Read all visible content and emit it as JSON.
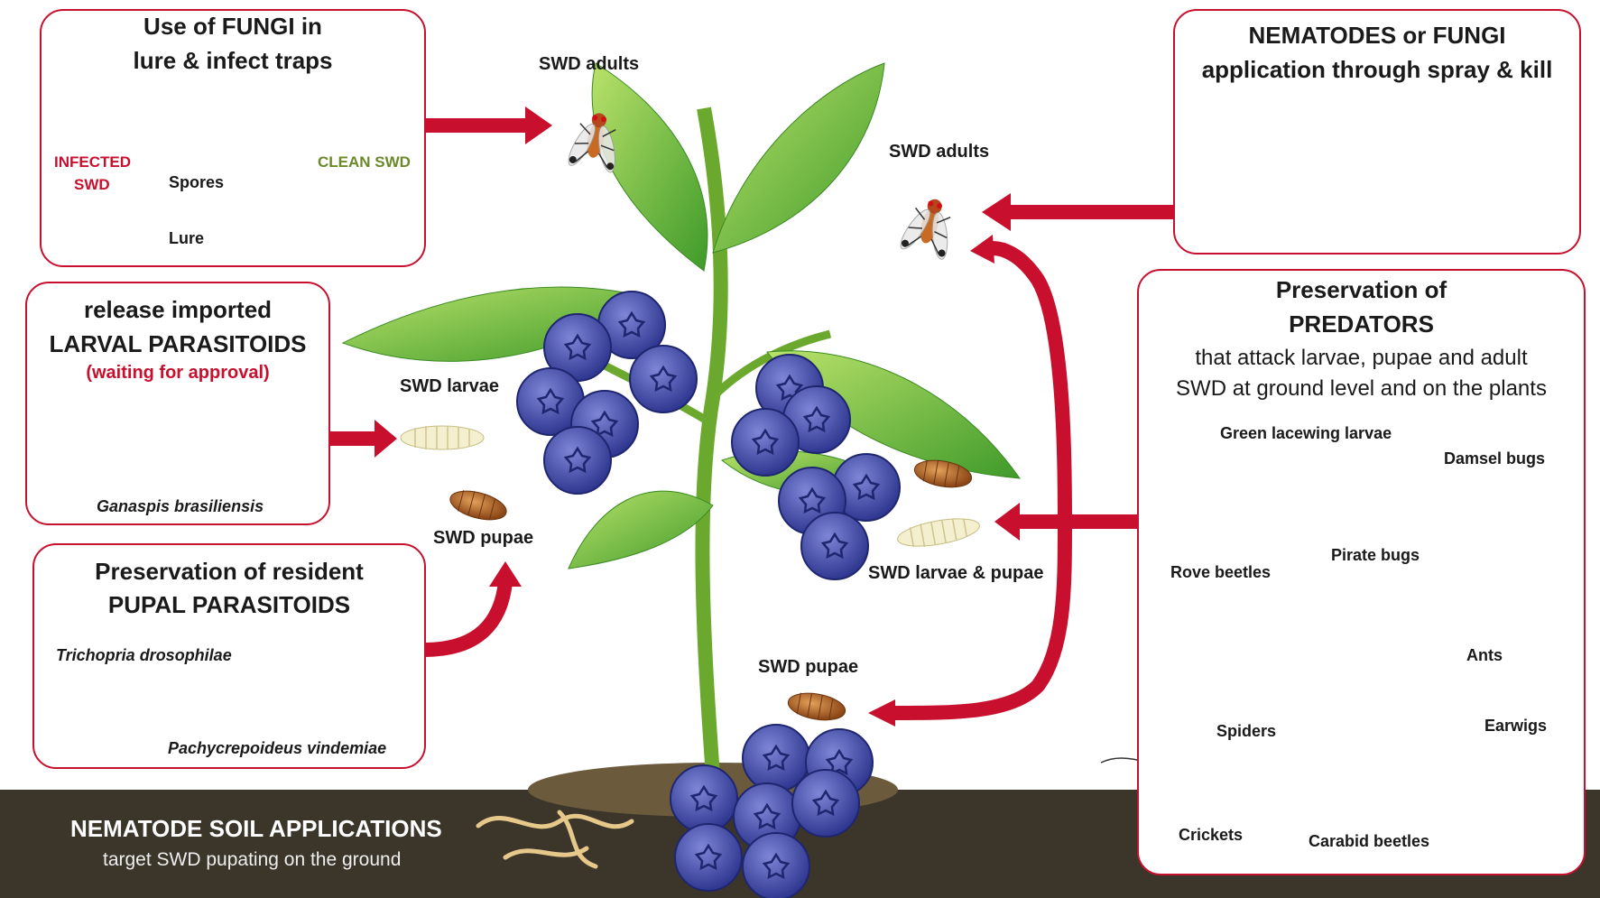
{
  "fungi_traps": {
    "title_line1": "Use of FUNGI in",
    "title_line2": "lure & infect traps",
    "infected_line1": "INFECTED",
    "infected_line2": "SWD",
    "clean": "CLEAN SWD",
    "spores": "Spores",
    "lure": "Lure"
  },
  "larval_parasitoids": {
    "title_line1": "release imported",
    "title_line2": "LARVAL PARASITOIDS",
    "note": "(waiting for approval)",
    "species": "Ganaspis brasiliensis"
  },
  "pupal_parasitoids": {
    "title_line1": "Preservation of resident",
    "title_line2": "PUPAL PARASITOIDS",
    "species1": "Trichopria drosophilae",
    "species2": "Pachycrepoideus vindemiae"
  },
  "spray": {
    "title_line1": "NEMATODES or FUNGI",
    "title_line2": "application through spray & kill"
  },
  "predators": {
    "title_line1": "Preservation of",
    "title_line2": "PREDATORS",
    "desc_line1": "that attack larvae, pupae and adult",
    "desc_line2": "SWD at ground level and on the plants",
    "items": [
      "Green lacewing larvae",
      "Damsel bugs",
      "Rove beetles",
      "Pirate bugs",
      "Ants",
      "Spiders",
      "Earwigs",
      "Crickets",
      "Carabid beetles"
    ]
  },
  "plant_labels": {
    "adults_top": "SWD adults",
    "adults_right": "SWD adults",
    "larvae": "SWD larvae",
    "pupae_left": "SWD pupae",
    "larvae_pupae": "SWD larvae & pupae",
    "pupae_ground": "SWD pupae"
  },
  "soil": {
    "title": "NEMATODE SOIL APPLICATIONS",
    "subtitle": "target SWD pupating on the ground"
  },
  "colors": {
    "accent_red": "#c8102e",
    "berry": "#4a52a8",
    "leaf": "#7cc242",
    "soil": "#3b352a"
  }
}
